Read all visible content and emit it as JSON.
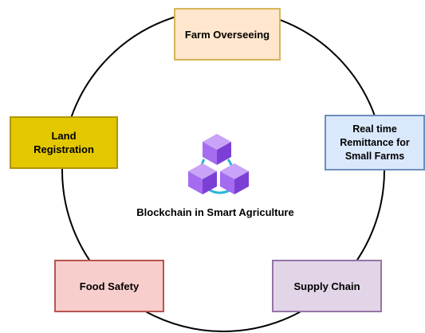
{
  "center": {
    "label": "Blockchain in Smart Agriculture",
    "icon": "blockchain-cubes-icon"
  },
  "nodes": [
    {
      "id": "farm",
      "label": "Farm Overseeing",
      "fill": "#ffe6cc",
      "stroke": "#d6b656"
    },
    {
      "id": "remit",
      "label": "Real time\nRemittance for\nSmall Farms",
      "fill": "#dae8fc",
      "stroke": "#6c8ebf"
    },
    {
      "id": "land",
      "label": "Land\nRegistration",
      "fill": "#e3c800",
      "stroke": "#b09500"
    },
    {
      "id": "food",
      "label": "Food Safety",
      "fill": "#f8cecc",
      "stroke": "#b85450"
    },
    {
      "id": "supply",
      "label": "Supply Chain",
      "fill": "#e1d5e7",
      "stroke": "#9673a6"
    }
  ],
  "colors": {
    "ring": "#000000",
    "cube_top": "#c9a3f7",
    "cube_left": "#a56cf0",
    "cube_right": "#7c3fd6",
    "link": "#29b6d6"
  }
}
